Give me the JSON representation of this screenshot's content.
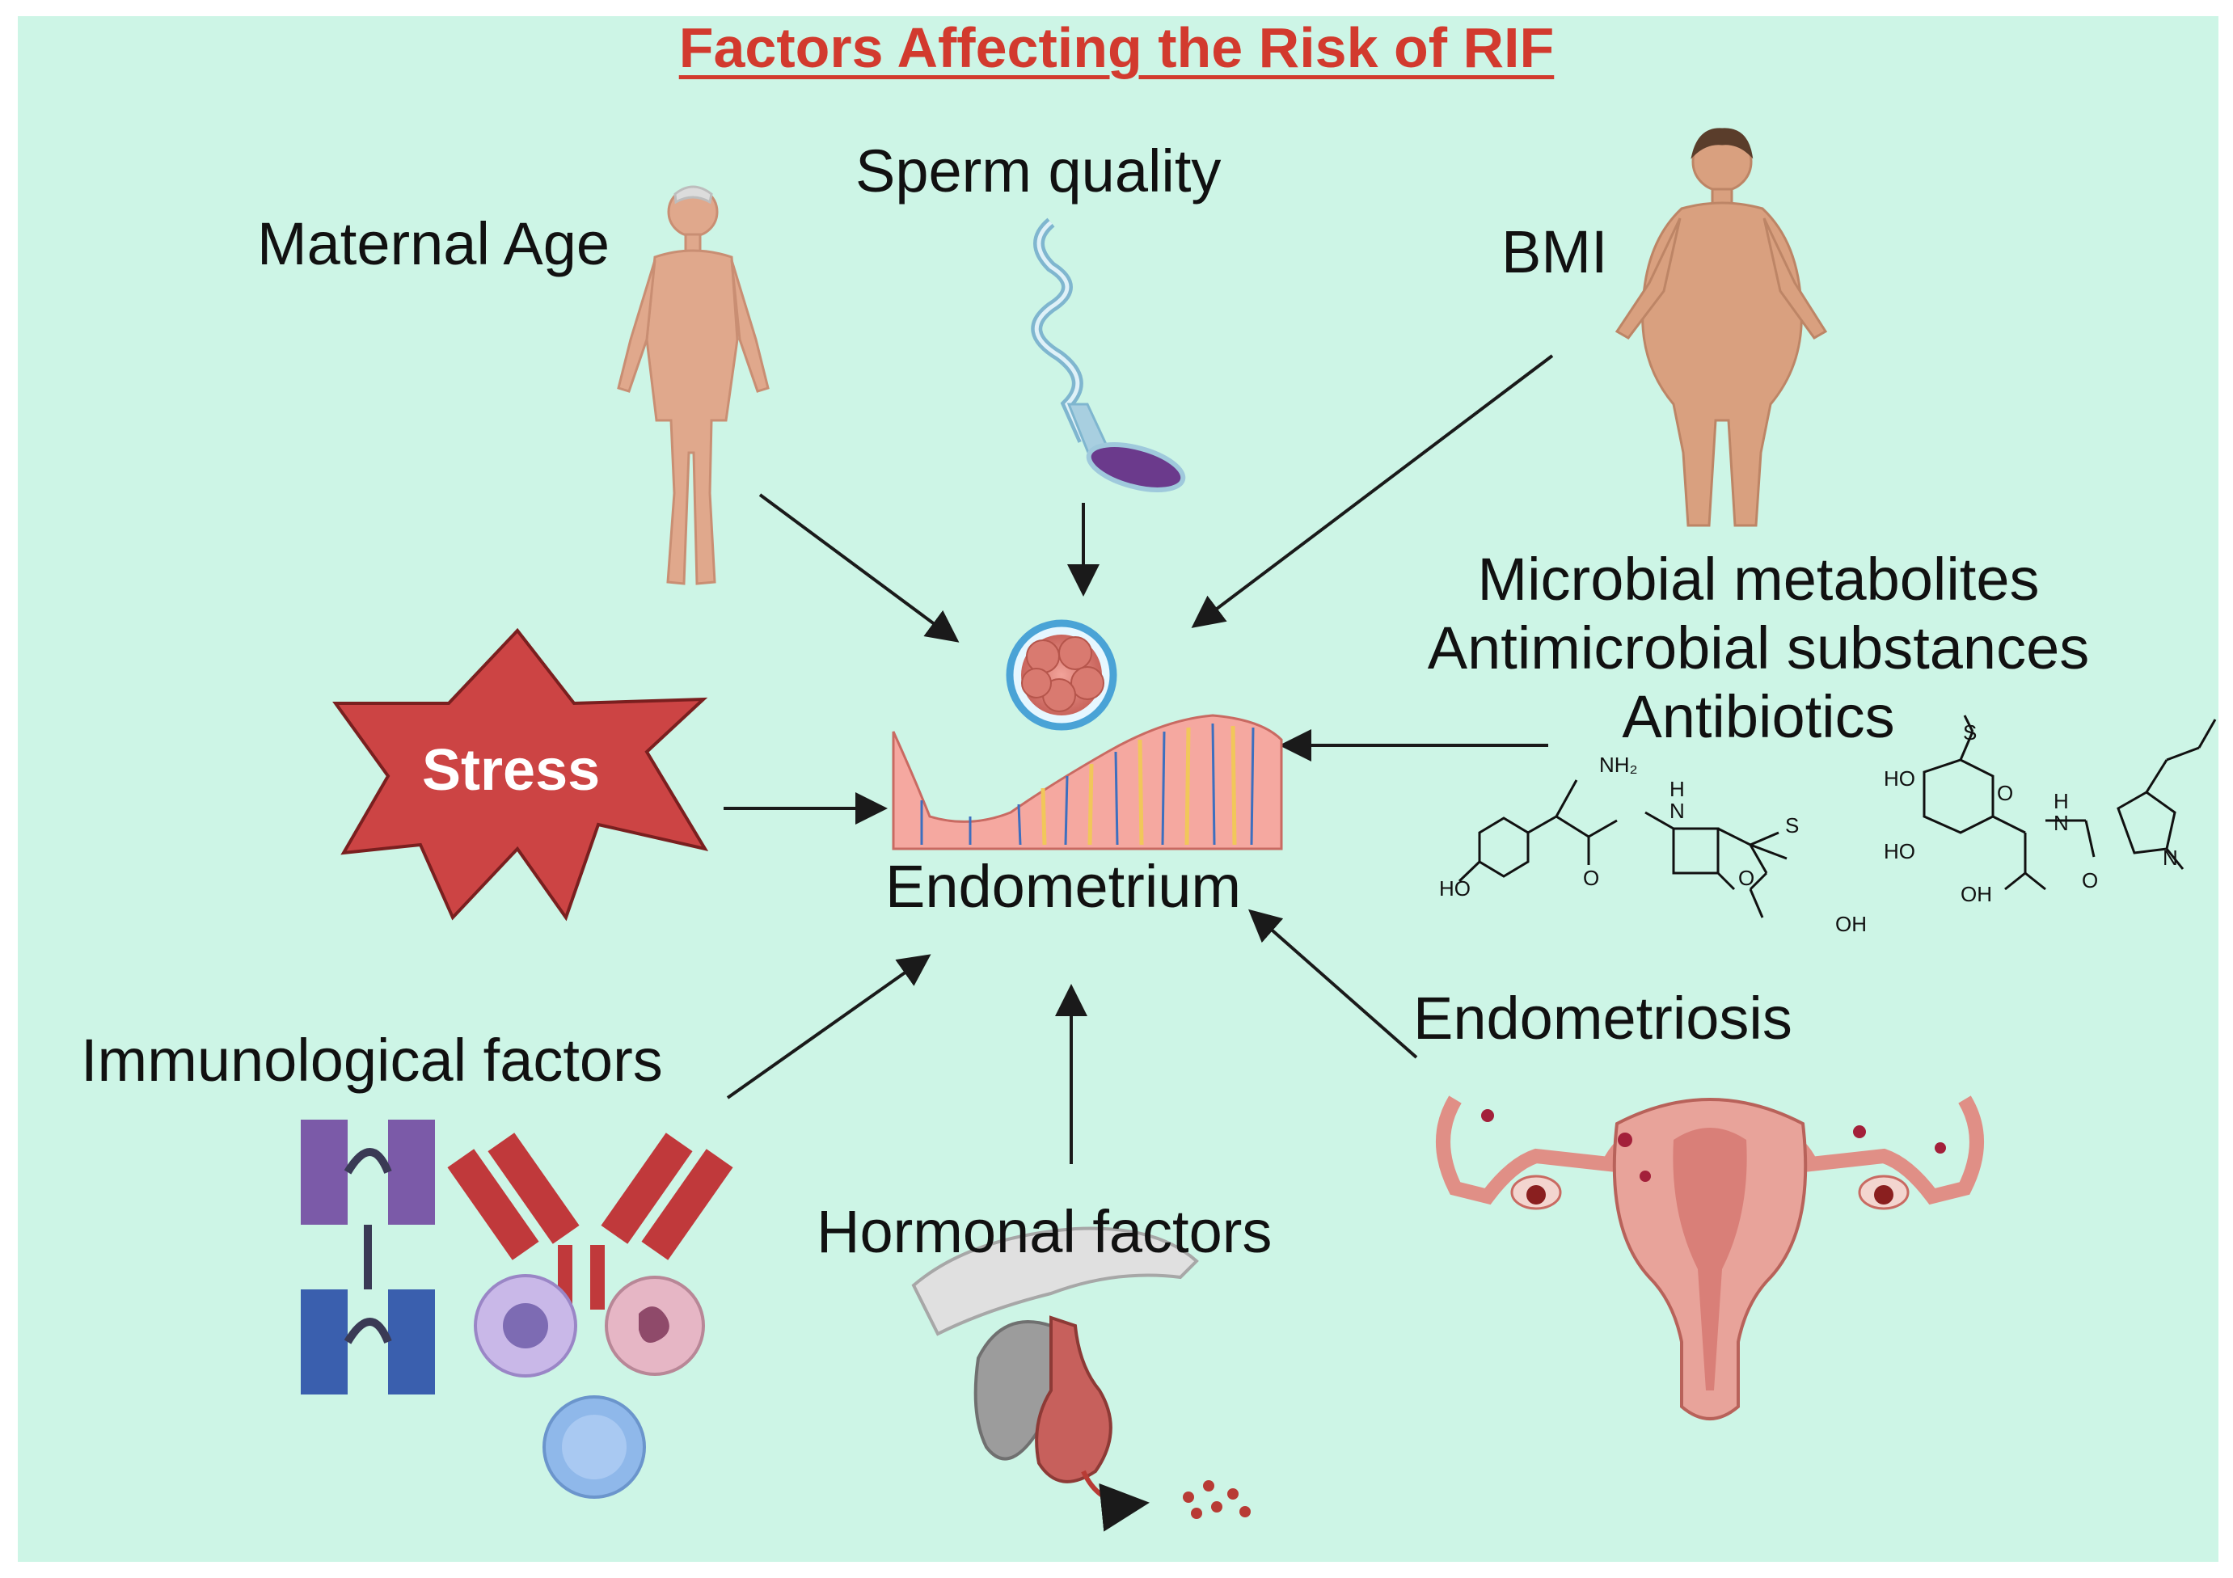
{
  "title": "Factors Affecting the Risk of RIF",
  "center": {
    "label": "Endometrium"
  },
  "factors": {
    "maternal_age": "Maternal Age",
    "sperm_quality": "Sperm quality",
    "bmi": "BMI",
    "stress": "Stress",
    "microbial": [
      "Microbial metabolites",
      "Antimicrobial substances",
      "Antibiotics"
    ],
    "immunological": "Immunological factors",
    "hormonal": "Hormonal factors",
    "endometriosis": "Endometriosis"
  },
  "chem_labels": {
    "nh2": "NH₂",
    "h1": "H",
    "n1": "N",
    "o1": "O",
    "s1": "S",
    "o2": "O",
    "ho1": "HO",
    "oh1": "OH",
    "s2": "S",
    "ho2": "HO",
    "o3": "O",
    "h2": "H",
    "n2": "N",
    "ho3": "HO",
    "oh2": "OH",
    "o4": "O",
    "n3": "N"
  },
  "colors": {
    "background": "#cdf5e6",
    "title": "#d23a2e",
    "stress_fill": "#cc4444",
    "arrow": "#1a1a1a"
  }
}
